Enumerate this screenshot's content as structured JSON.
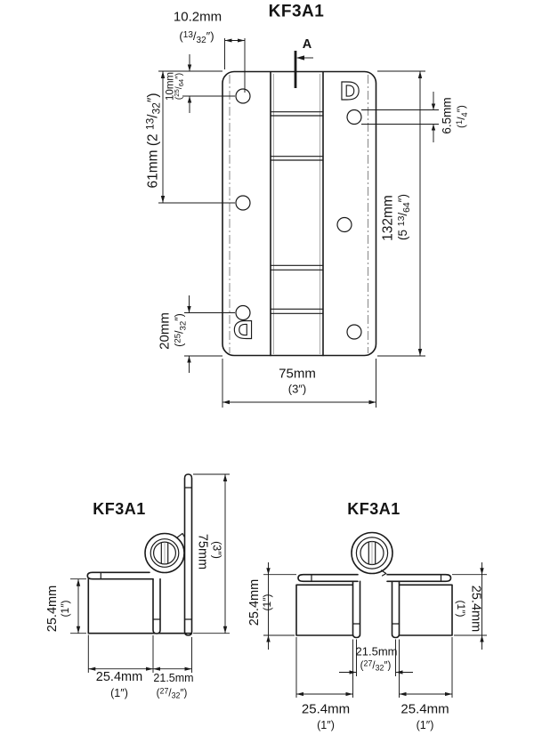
{
  "colors": {
    "line": "#1a1a1a",
    "background": "#ffffff"
  },
  "titles": {
    "top_view": "KF3A1",
    "side_view_90deg": "KF3A1",
    "side_view_180deg": "KF3A1"
  },
  "section_marker": {
    "label": "A"
  },
  "logos": {
    "top_right": "D",
    "bottom_left": "D"
  },
  "dims": {
    "pin_offset": {
      "mm": "10.2mm",
      "pre": "(",
      "num": "13",
      "slash": "/",
      "den": "32",
      "post": "″)"
    },
    "hole_top_offset": {
      "mm": "10mm",
      "pre": "(",
      "num": "25",
      "slash": "/",
      "den": "64",
      "post": "″)"
    },
    "hole_spacing": {
      "mm": "61mm",
      "pre": "(2 ",
      "num": "13",
      "slash": "/",
      "den": "32",
      "post": "″)"
    },
    "hole_bottom_offset": {
      "mm": "20mm",
      "pre": "(",
      "num": "25",
      "slash": "/",
      "den": "32",
      "post": "″)"
    },
    "overall_width": {
      "mm": "75mm",
      "in": "(3″)"
    },
    "overall_height": {
      "mm": "132mm",
      "pre": "(5 ",
      "num": "13",
      "slash": "/",
      "den": "64",
      "post": "″)"
    },
    "hole_diameter": {
      "mm": "6.5mm",
      "pre": "(",
      "num": "1",
      "slash": "/",
      "den": "4",
      "post": "″)"
    },
    "leaf_height": {
      "mm": "75mm",
      "in": "(3″)"
    },
    "tube_size": {
      "mm": "25.4mm",
      "in": "(1″)"
    },
    "hinge_stack": {
      "mm": "21.5mm",
      "pre": "(",
      "num": "27",
      "slash": "/",
      "den": "32",
      "post": "″)"
    }
  }
}
